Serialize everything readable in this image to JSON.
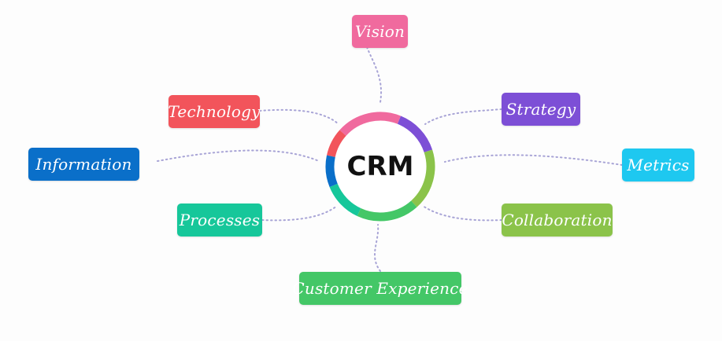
{
  "hub": {
    "label": "CRM",
    "ring_colors": [
      "#f06a9e",
      "#7d4fd6",
      "#8bc34a",
      "#44c767",
      "#16c79a",
      "#f2545b",
      "#0a6fc9"
    ]
  },
  "nodes": [
    {
      "key": "vision",
      "label": "Vision",
      "color": "#f06a9e"
    },
    {
      "key": "strategy",
      "label": "Strategy",
      "color": "#7d4fd6"
    },
    {
      "key": "metrics",
      "label": "Metrics",
      "color": "#1ec8f0"
    },
    {
      "key": "collaboration",
      "label": "Collaboration",
      "color": "#8bc34a"
    },
    {
      "key": "customer_experience",
      "label": "Customer Experience",
      "color": "#44c767"
    },
    {
      "key": "processes",
      "label": "Processes",
      "color": "#16c79a"
    },
    {
      "key": "information",
      "label": "Information",
      "color": "#0a6fc9"
    },
    {
      "key": "technology",
      "label": "Technology",
      "color": "#f2545b"
    }
  ],
  "connector_color": "#a8a4d6"
}
